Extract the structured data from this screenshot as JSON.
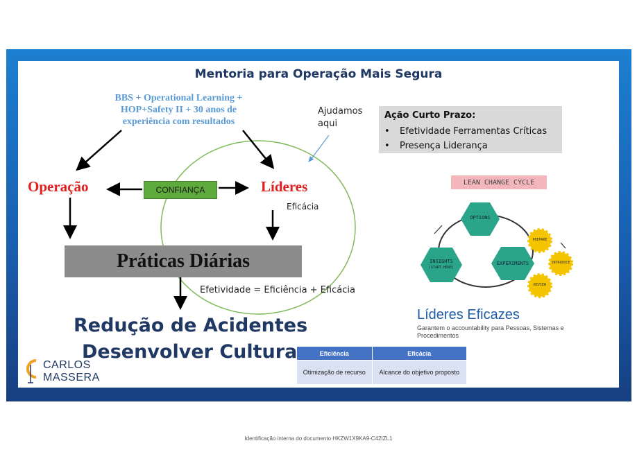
{
  "slide": {
    "title": "Mentoria para Operação Mais Segura",
    "bbs_text": "BBS + Operational Learning + HOP+Safety II + 30 anos de experiência com resultados",
    "help_text": "Ajudamos aqui",
    "operacao": "Operação",
    "lideres": "Líderes",
    "confianca": "CONFIANÇA",
    "eficacia": "Eficácia",
    "praticas": "Práticas Diárias",
    "efetividade": "Efetividade = Eficiência + Eficácia",
    "reducao": "Redução de Acidentes",
    "cultura": "Desenvolver Cultura"
  },
  "acao": {
    "heading": "Ação Curto Prazo:",
    "items": [
      "Efetividade Ferramentas Críticas",
      "Presença Liderança"
    ]
  },
  "logo": {
    "line1": "CARLOS",
    "line2": "MASSERA"
  },
  "cycle": {
    "banner": "LEAN CHANGE CYCLE",
    "options": "OPTIONS",
    "insights": "INSIGHTS",
    "insights_sub": "(START HERE)",
    "experiments": "EXPERIMENTS",
    "prepare": "PREPARE",
    "introduce": "INTRODUCE",
    "review": "REVIEW"
  },
  "lideres_eficazes": {
    "title": "Líderes Eficazes",
    "subtitle": "Garantem o accountability para Pessoas, Sistemas e Procedimentos"
  },
  "table": {
    "headers": [
      "Eficiência",
      "Eficácia"
    ],
    "row": [
      "Otimização de recurso",
      "Alcance do objetivo proposto"
    ]
  },
  "footer": "Identificação interna do documento HKZW1X9KA9-C42IZL1",
  "colors": {
    "frame": "#1a5fb0",
    "title": "#1f3864",
    "red": "#e02020",
    "green": "#5faa3d",
    "hex": "#2aa58a",
    "sun": "#f5c400"
  }
}
